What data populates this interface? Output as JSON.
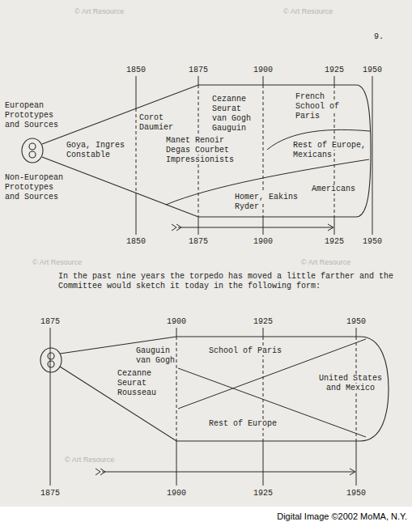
{
  "diagram": {
    "caption": "Digital Image ©2002 MoMA, N.Y.",
    "nodes": [
      {
        "text": [
          "European Prototypes and Sources",
          "Goya, Ingres Constable",
          "Corot Daumier",
          "Manet Renoir Degas Courbet Impressionists",
          "Cezanne Seurat van Gogh Gauguin",
          "French School of Paris",
          "Rest of Europe, Mexicans",
          "Homer, Eakins Ryder",
          "Americans",
          "Non-European Prototypes and Sources"
        ]
      },
      {
        "text": [
          "Gauguin van Gogh",
          "Cezanne Seurat Rousseau",
          "School of Paris",
          "Rest of Europe",
          "United States and Mexico"
        ]
      }
    ],
    "labels": [
      "© Art Resource",
      "© Art Resource",
      "9.",
      "1850",
      "1875",
      "1900",
      "1925",
      "1950",
      "1850",
      "1875",
      "1900",
      "1925",
      "1950",
      "© Art Resource",
      "© Art Resource",
      "In the past nine years the torpedo has moved a little farther and the Committee would sketch it today in the following form:",
      "1875",
      "1900",
      "1925",
      "1950",
      "1875",
      "1900",
      "1925",
      "1950",
      "© Art Resource"
    ]
  }
}
